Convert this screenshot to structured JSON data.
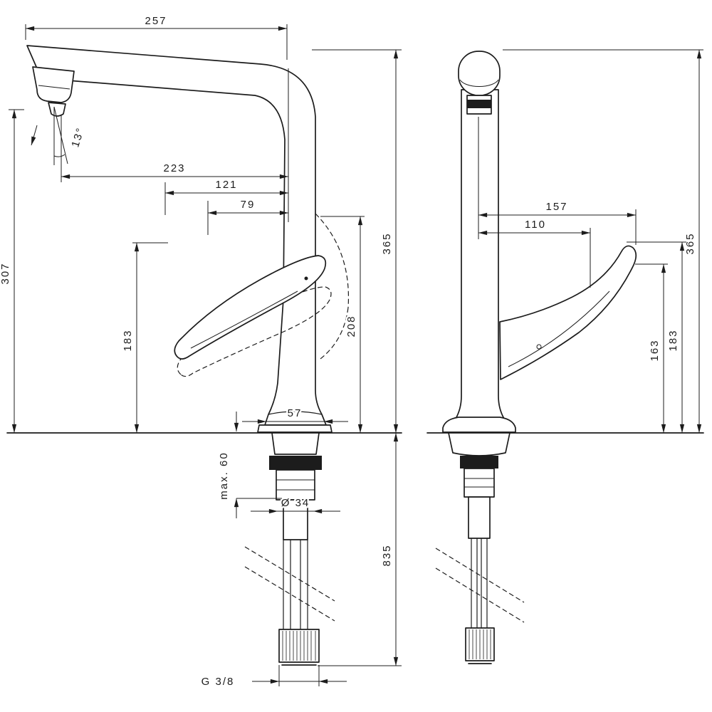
{
  "page": {
    "background": "#ffffff",
    "line_color": "#1c1c1c"
  },
  "side_view": {
    "dims": {
      "reach_257": "257",
      "angle_13": "13°",
      "d223": "223",
      "d121": "121",
      "d79": "79",
      "h365": "365",
      "h307": "307",
      "h183": "183",
      "h208": "208",
      "base_57": "57",
      "dia_34": "Ø 34",
      "max_60": "max. 60",
      "h835": "835",
      "thread": "G 3/8"
    }
  },
  "front_view": {
    "dims": {
      "d157": "157",
      "d110": "110",
      "h365": "365",
      "h163": "163",
      "h183": "183"
    }
  }
}
